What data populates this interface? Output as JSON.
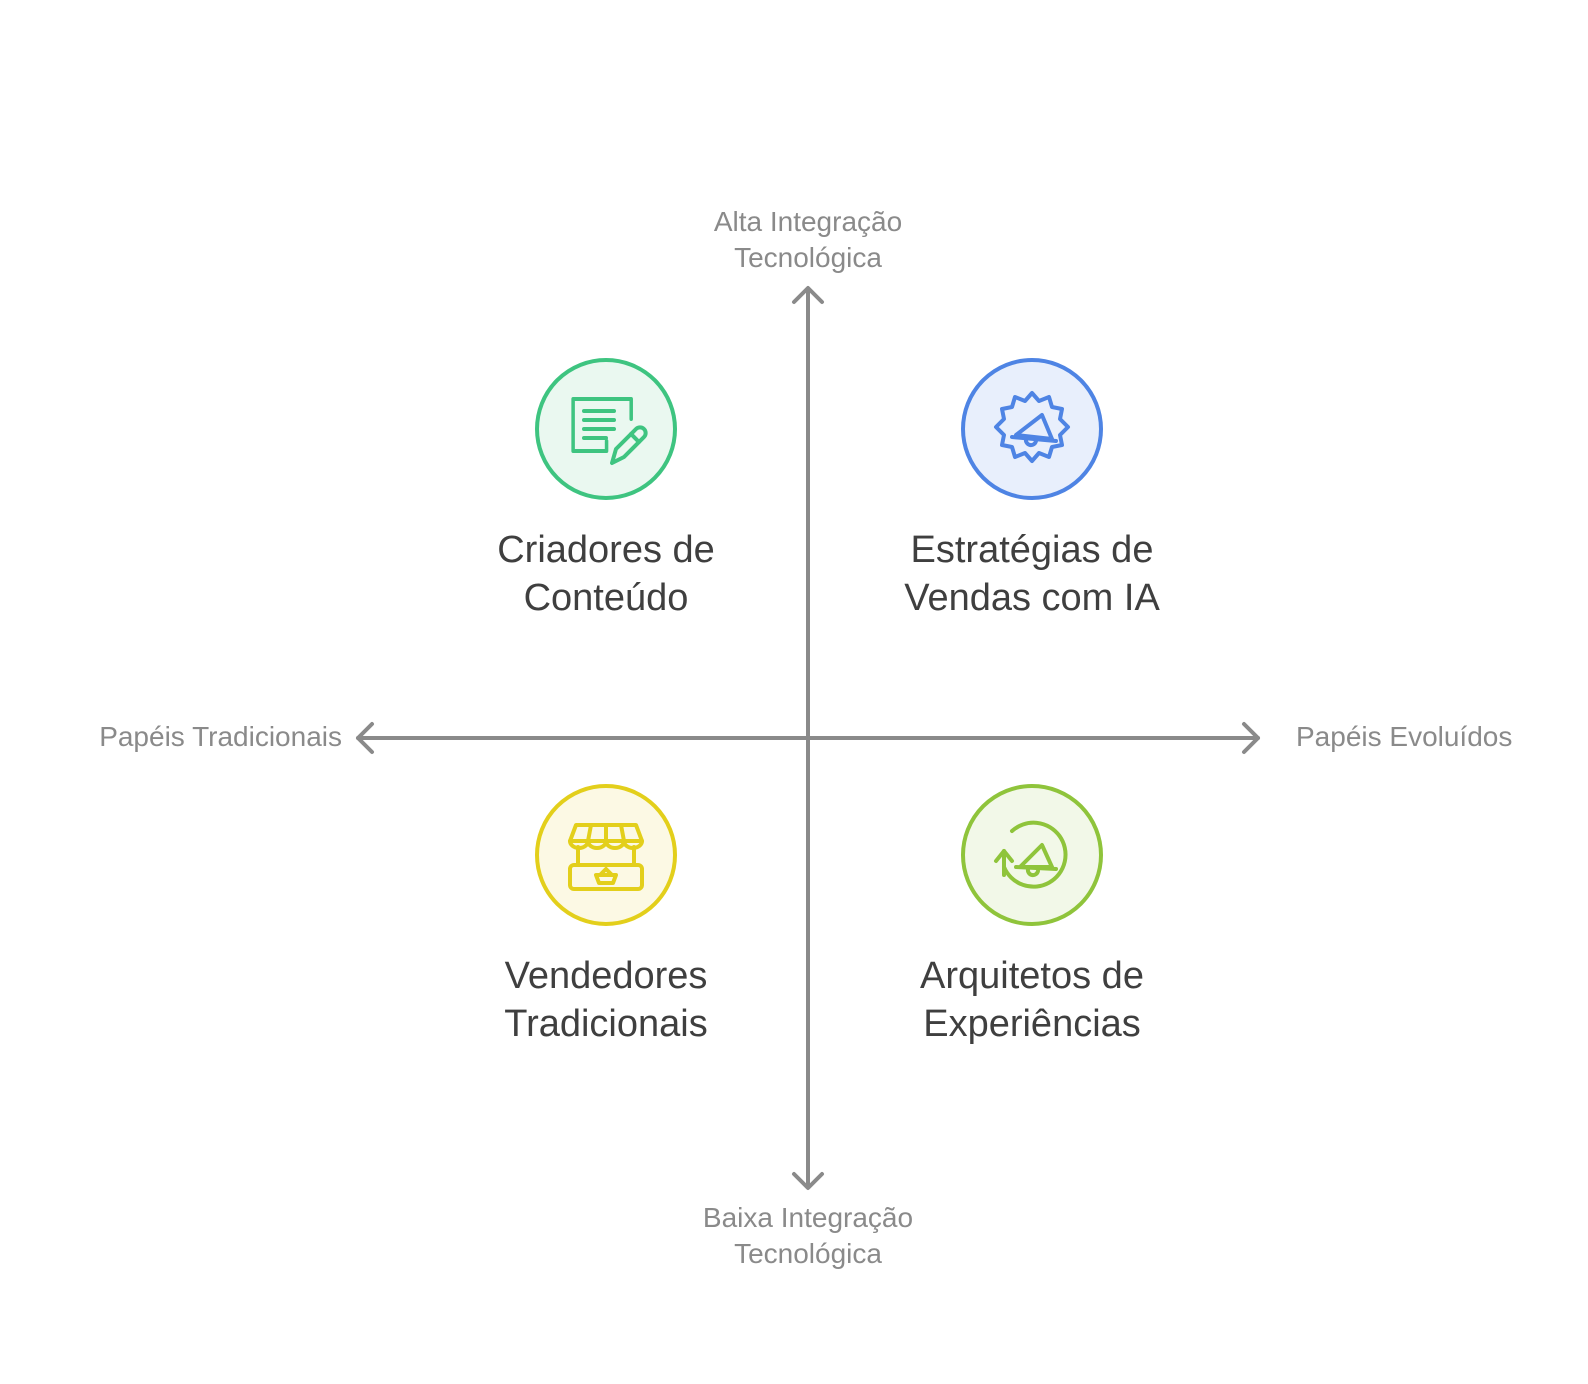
{
  "axes": {
    "top": [
      "Alta Integração",
      "Tecnológica"
    ],
    "bottom": [
      "Baixa Integração",
      "Tecnológica"
    ],
    "left": "Papéis Tradicionais",
    "right": "Papéis Evoluídos",
    "color": "#8a8a8a"
  },
  "quadrants": {
    "top_left": {
      "label": [
        "Criadores de",
        "Conteúdo"
      ],
      "icon": "document-pencil-icon",
      "color": "#3ec480"
    },
    "top_right": {
      "label": [
        "Estratégias de",
        "Vendas com IA"
      ],
      "icon": "gear-megaphone-icon",
      "color": "#4e84e4"
    },
    "bottom_left": {
      "label": [
        "Vendedores",
        "Tradicionais"
      ],
      "icon": "market-stall-icon",
      "color": "#e3cf1b"
    },
    "bottom_right": {
      "label": [
        "Arquitetos de",
        "Experiências"
      ],
      "icon": "cycle-megaphone-icon",
      "color": "#8fc43b"
    }
  }
}
